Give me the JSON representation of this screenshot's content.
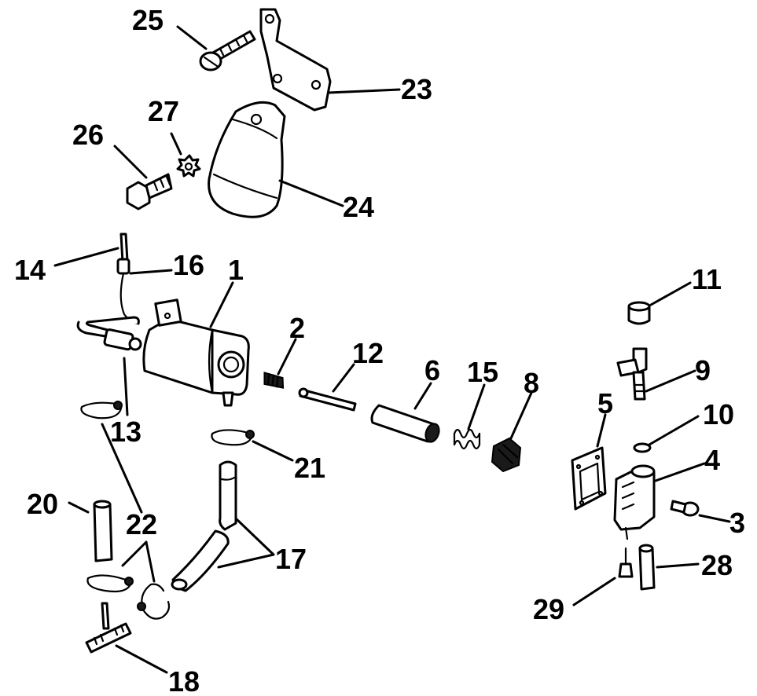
{
  "callouts": [
    {
      "id": "1",
      "label": "1"
    },
    {
      "id": "2",
      "label": "2"
    },
    {
      "id": "3",
      "label": "3"
    },
    {
      "id": "4",
      "label": "4"
    },
    {
      "id": "5",
      "label": "5"
    },
    {
      "id": "6",
      "label": "6"
    },
    {
      "id": "8",
      "label": "8"
    },
    {
      "id": "9",
      "label": "9"
    },
    {
      "id": "10",
      "label": "10"
    },
    {
      "id": "11",
      "label": "11"
    },
    {
      "id": "12",
      "label": "12"
    },
    {
      "id": "13",
      "label": "13"
    },
    {
      "id": "14",
      "label": "14"
    },
    {
      "id": "15",
      "label": "15"
    },
    {
      "id": "16",
      "label": "16"
    },
    {
      "id": "17",
      "label": "17"
    },
    {
      "id": "18",
      "label": "18"
    },
    {
      "id": "20",
      "label": "20"
    },
    {
      "id": "21",
      "label": "21"
    },
    {
      "id": "22",
      "label": "22"
    },
    {
      "id": "23",
      "label": "23"
    },
    {
      "id": "24",
      "label": "24"
    },
    {
      "id": "25",
      "label": "25"
    },
    {
      "id": "26",
      "label": "26"
    },
    {
      "id": "27",
      "label": "27"
    },
    {
      "id": "28",
      "label": "28"
    },
    {
      "id": "29",
      "label": "29"
    }
  ],
  "colors": {
    "ink": "#000000",
    "paper": "#ffffff"
  }
}
